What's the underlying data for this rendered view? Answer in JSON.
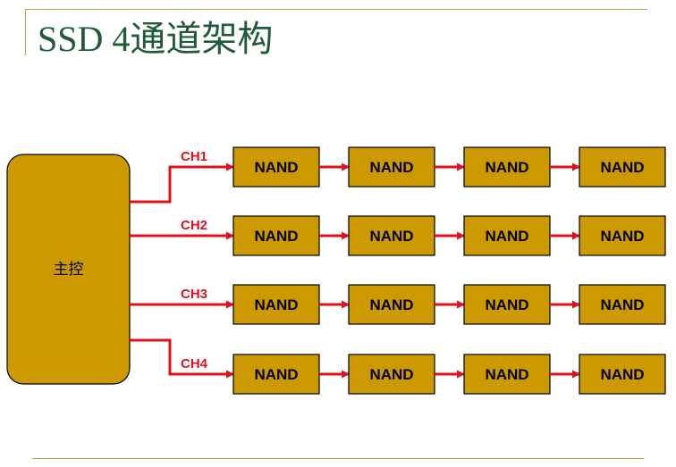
{
  "slide": {
    "title": "SSD 4通道架构"
  },
  "controller": {
    "label": "主控"
  },
  "channels": [
    {
      "label": "CH1",
      "nodes": [
        "NAND",
        "NAND",
        "NAND",
        "NAND"
      ]
    },
    {
      "label": "CH2",
      "nodes": [
        "NAND",
        "NAND",
        "NAND",
        "NAND"
      ]
    },
    {
      "label": "CH3",
      "nodes": [
        "NAND",
        "NAND",
        "NAND",
        "NAND"
      ]
    },
    {
      "label": "CH4",
      "nodes": [
        "NAND",
        "NAND",
        "NAND",
        "NAND"
      ]
    }
  ],
  "colors": {
    "box_fill": "#cc9900",
    "connector": "#e0101a",
    "title": "#1f5a3a",
    "rule": "#b5a24a"
  }
}
